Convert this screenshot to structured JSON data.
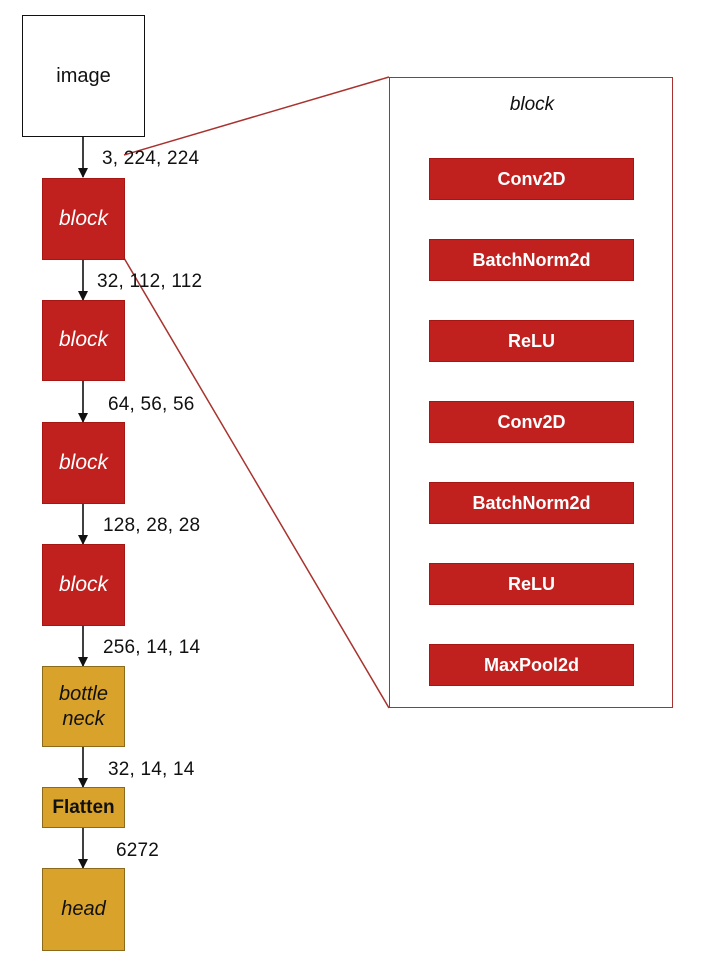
{
  "pipeline": {
    "image": "image",
    "blocks": [
      "block",
      "block",
      "block",
      "block"
    ],
    "bottleneck": [
      "bottle",
      "neck"
    ],
    "flatten": "Flatten",
    "head": "head",
    "shapes": [
      "3, 224, 224",
      "32, 112, 112",
      "64, 56, 56",
      "128, 28, 28",
      "256, 14, 14",
      "32, 14, 14",
      "6272"
    ]
  },
  "detail": {
    "title": "block",
    "layers": [
      "Conv2D",
      "BatchNorm2d",
      "ReLU",
      "Conv2D",
      "BatchNorm2d",
      "ReLU",
      "MaxPool2d"
    ]
  },
  "colors": {
    "block_red": "#c0201e",
    "bottleneck_gold": "#d9a22a",
    "panel_border": "#a8322e",
    "arrow": "#111111"
  }
}
